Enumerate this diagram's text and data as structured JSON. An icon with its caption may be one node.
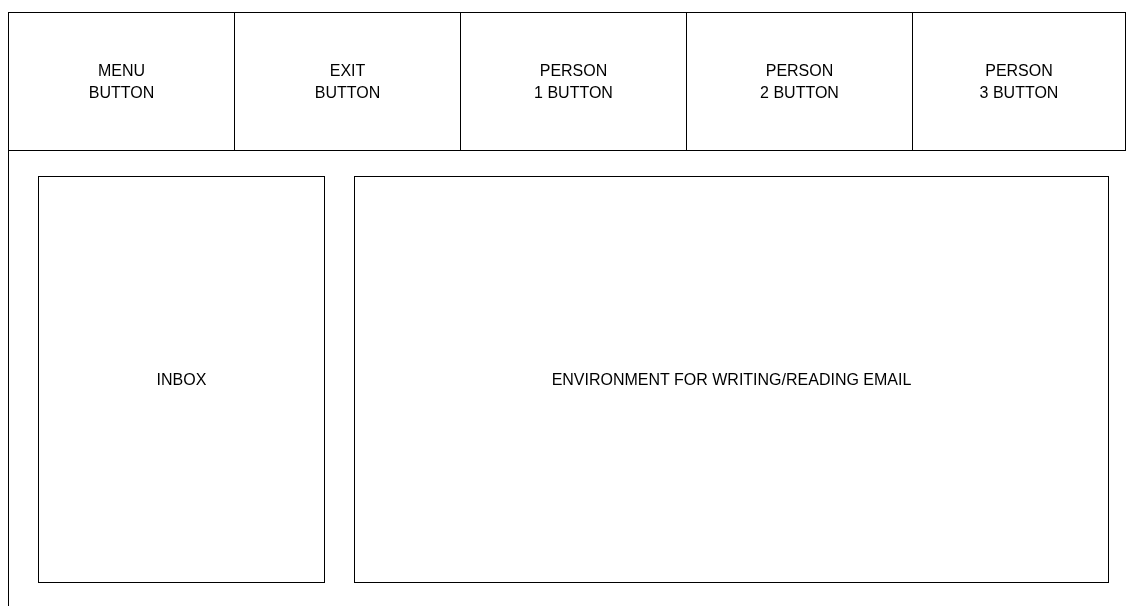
{
  "diagram": {
    "nodes": [
      {
        "text": [
          "MENU BUTTON"
        ]
      },
      {
        "text": [
          "EXIT BUTTON"
        ]
      },
      {
        "text": [
          "PERSON 1 BUTTON"
        ]
      },
      {
        "text": [
          "PERSON 2 BUTTON"
        ]
      },
      {
        "text": [
          "PERSON 3 BUTTON"
        ]
      },
      {
        "text": [
          "INBOX"
        ]
      },
      {
        "text": [
          "ENVIRONMENT FOR WRITING/READING EMAIL"
        ]
      }
    ],
    "edges": []
  }
}
